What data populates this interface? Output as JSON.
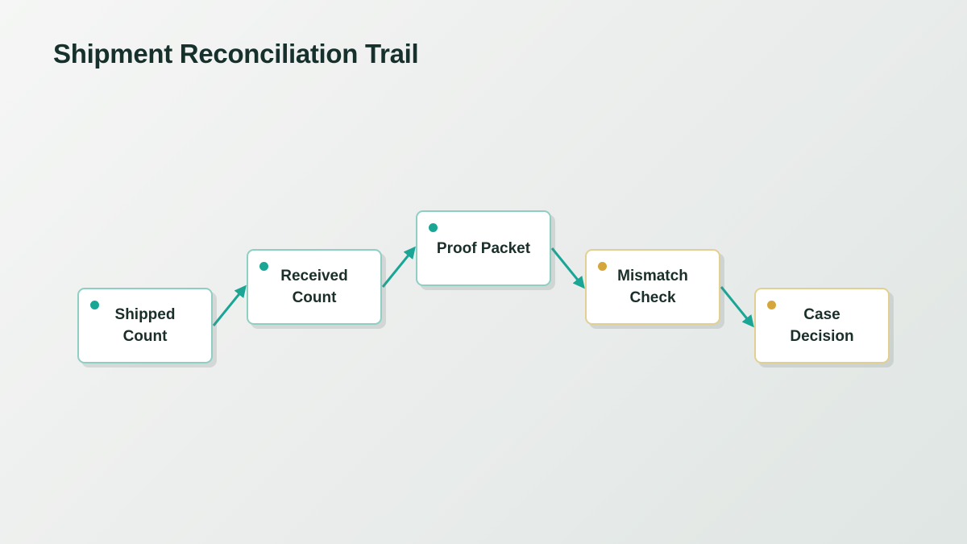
{
  "title": "Shipment Reconciliation Trail",
  "colors": {
    "teal": "#1aa595",
    "amber": "#d4a63c",
    "connector": "#1aa595"
  },
  "steps": [
    {
      "label": "Shipped Count",
      "status": "teal"
    },
    {
      "label": "Received Count",
      "status": "teal"
    },
    {
      "label": "Proof Packet",
      "status": "teal"
    },
    {
      "label": "Mismatch Check",
      "status": "amber"
    },
    {
      "label": "Case Decision",
      "status": "amber"
    }
  ]
}
